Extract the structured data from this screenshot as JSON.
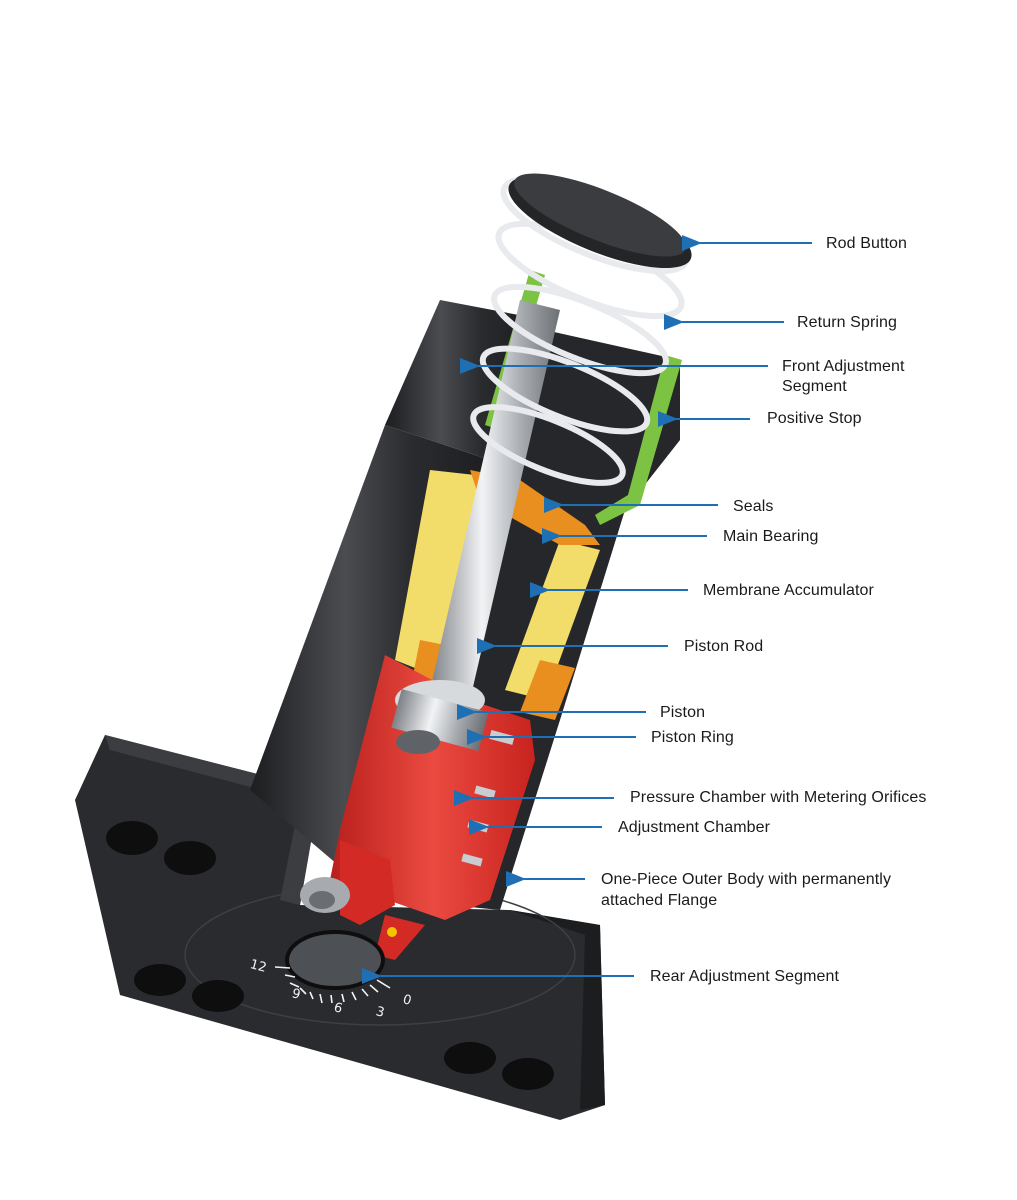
{
  "diagram": {
    "subject": "Shock absorber cutaway",
    "leader_color": "#1f6fb5",
    "part_colors": {
      "body": "#2b2c2e",
      "front_adjustment": "#7cc243",
      "main_bearing": "#e98f1f",
      "accumulator": "#f3dd6a",
      "pressure_chamber": "#e1302b",
      "steel": "#c9ccd0"
    },
    "labels": [
      {
        "id": "rod-button",
        "text": "Rod Button"
      },
      {
        "id": "return-spring",
        "text": "Return Spring"
      },
      {
        "id": "front-adjustment-segment",
        "line1": "Front Adjustment",
        "line2": "Segment"
      },
      {
        "id": "positive-stop",
        "text": "Positive Stop"
      },
      {
        "id": "seals",
        "text": "Seals"
      },
      {
        "id": "main-bearing",
        "text": "Main Bearing"
      },
      {
        "id": "membrane-accumulator",
        "text": "Membrane Accumulator"
      },
      {
        "id": "piston-rod",
        "text": "Piston Rod"
      },
      {
        "id": "piston",
        "text": "Piston"
      },
      {
        "id": "piston-ring",
        "text": "Piston Ring"
      },
      {
        "id": "pressure-chamber",
        "text": "Pressure Chamber with Metering Orifices"
      },
      {
        "id": "adjustment-chamber",
        "text": "Adjustment Chamber"
      },
      {
        "id": "outer-body",
        "line1": "One-Piece Outer Body with permanently",
        "line2": "attached Flange"
      },
      {
        "id": "rear-adjustment-segment",
        "text": "Rear Adjustment Segment"
      }
    ],
    "dial_scale": [
      "12",
      "9",
      "6",
      "3",
      "0"
    ]
  }
}
